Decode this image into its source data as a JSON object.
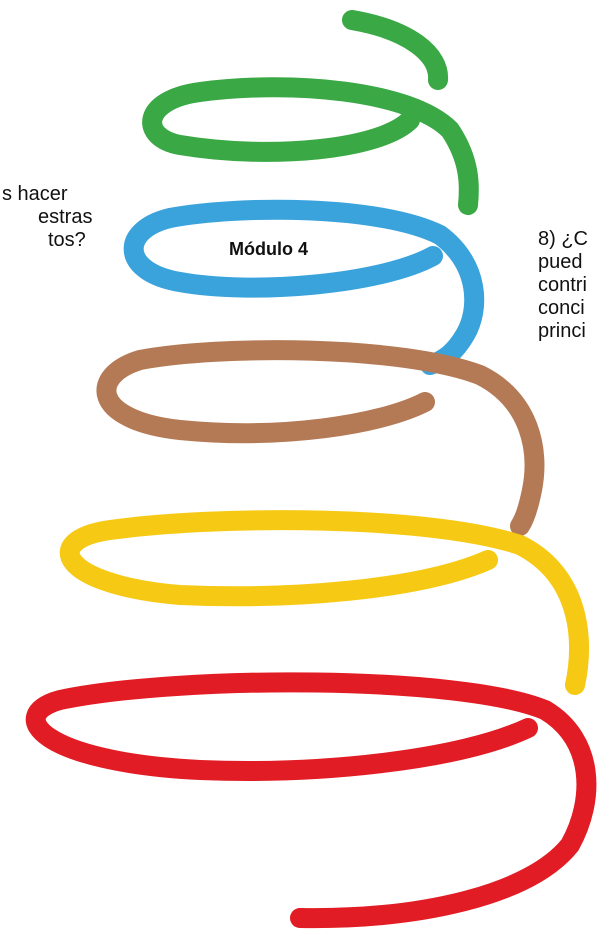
{
  "colors": {
    "green": "#3aa845",
    "blue": "#3ba3dc",
    "brown": "#b47a55",
    "yellow": "#f6c914",
    "red": "#e21c24"
  },
  "left_text": {
    "line1": "s hacer",
    "line2": "estras",
    "line3": "tos?"
  },
  "module_label": "Módulo 4",
  "right_text": {
    "line1": "8) ¿C",
    "line2": "pued",
    "line3": "contri",
    "line4": "conci",
    "line5": "princi"
  }
}
